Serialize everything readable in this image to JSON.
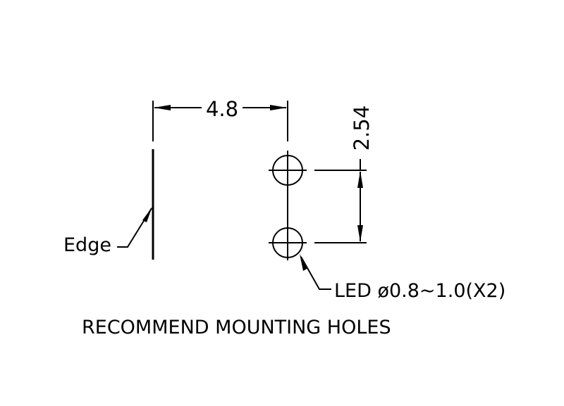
{
  "dimensions": {
    "horizontal": "4.8",
    "vertical": "2.54"
  },
  "labels": {
    "edge": "Edge",
    "led": "LED ø0.8~1.0(X2)",
    "caption": "RECOMMEND MOUNTING HOLES"
  },
  "colors": {
    "line": "#000000",
    "background": "#ffffff"
  }
}
